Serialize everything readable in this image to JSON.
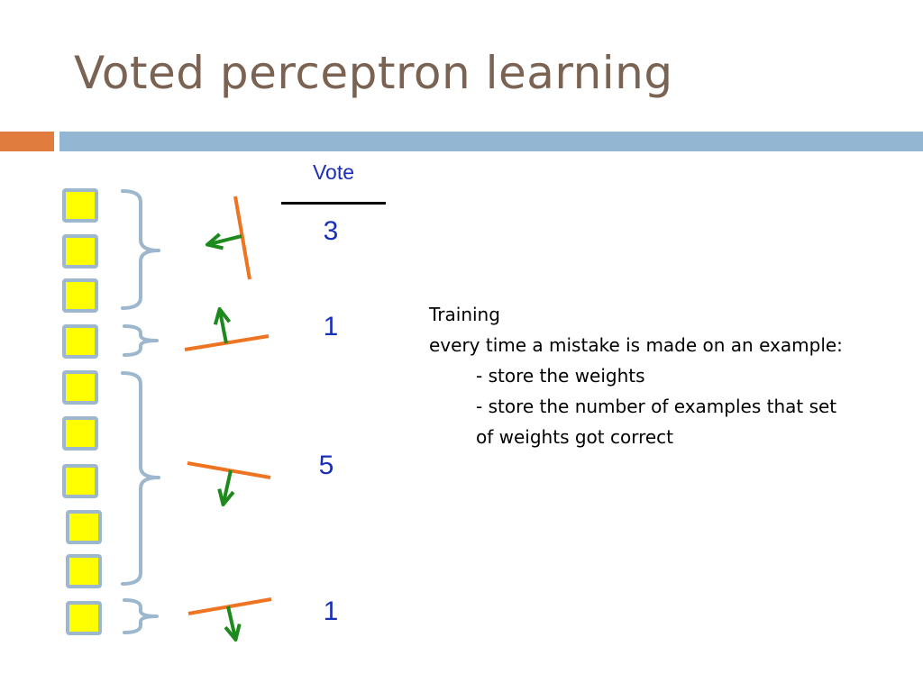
{
  "title": "Voted perceptron learning",
  "theme": {
    "title_color": "#7a6352",
    "accent_bar": "#e07c3e",
    "main_bar": "#93b7d3",
    "square_fill": "#ffff00",
    "square_border": "#9db7cf",
    "bracket_color": "#9db7cf",
    "boundary_color": "#ef7421",
    "arrow_color": "#1e8a1e",
    "vote_color": "#1a2fb8"
  },
  "vote_header": "Vote",
  "groups": [
    {
      "examples": 3,
      "vote": "3",
      "normal": "left"
    },
    {
      "examples": 1,
      "vote": "1",
      "normal": "up"
    },
    {
      "examples": 5,
      "vote": "5",
      "normal": "down"
    },
    {
      "examples": 1,
      "vote": "1",
      "normal": "down"
    }
  ],
  "training": {
    "heading": "Training",
    "intro": "every time a mistake is made on an example:",
    "step1": "- store the weights",
    "step2_line1": "- store the number of examples that set",
    "step2_line2": "of weights got correct"
  }
}
